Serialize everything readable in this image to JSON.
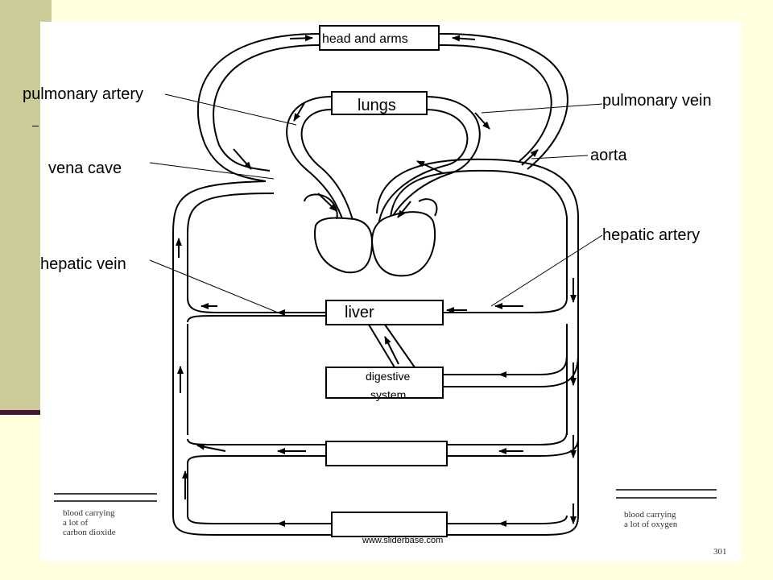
{
  "labels": {
    "head_and_arms": "head and arms",
    "lungs": "lungs",
    "pulmonary_artery": "pulmonary artery",
    "pulmonary_vein": "pulmonary vein",
    "vena_cave": "vena cave",
    "aorta": "aorta",
    "hepatic_artery": "hepatic artery",
    "hepatic_vein": "hepatic vein",
    "liver": "liver",
    "digestive_line1": "digestive",
    "digestive_line2": "system"
  },
  "legend": {
    "left": [
      "blood carrying",
      "a lot of",
      "carbon dioxide"
    ],
    "right": [
      "blood carrying",
      "a lot of oxygen"
    ]
  },
  "watermark": "www.sliderbase.com",
  "page_mark": "301"
}
